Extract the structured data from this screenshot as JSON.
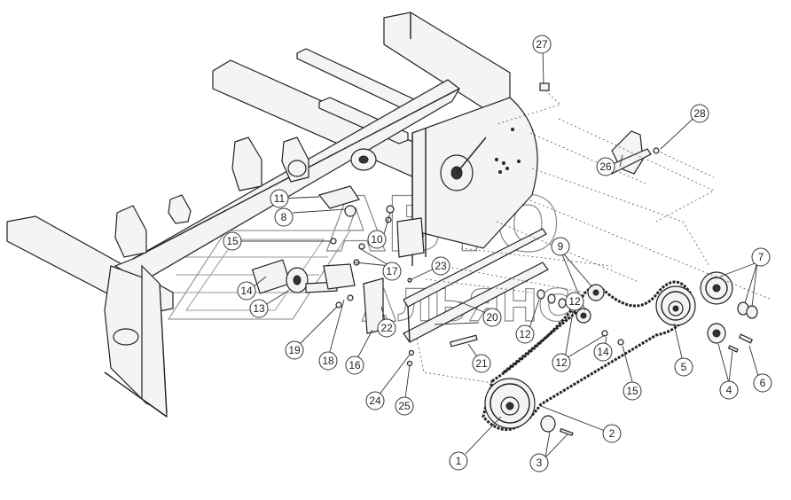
{
  "watermark": {
    "line1": "АВТО",
    "line2": "АЛЬЯНС"
  },
  "callouts": [
    "1",
    "2",
    "3",
    "4",
    "5",
    "6",
    "7",
    "8",
    "9",
    "10",
    "11",
    "12",
    "12",
    "12",
    "13",
    "14",
    "14",
    "15",
    "15",
    "16",
    "17",
    "18",
    "19",
    "20",
    "21",
    "22",
    "23",
    "24",
    "25",
    "26",
    "27",
    "28"
  ]
}
